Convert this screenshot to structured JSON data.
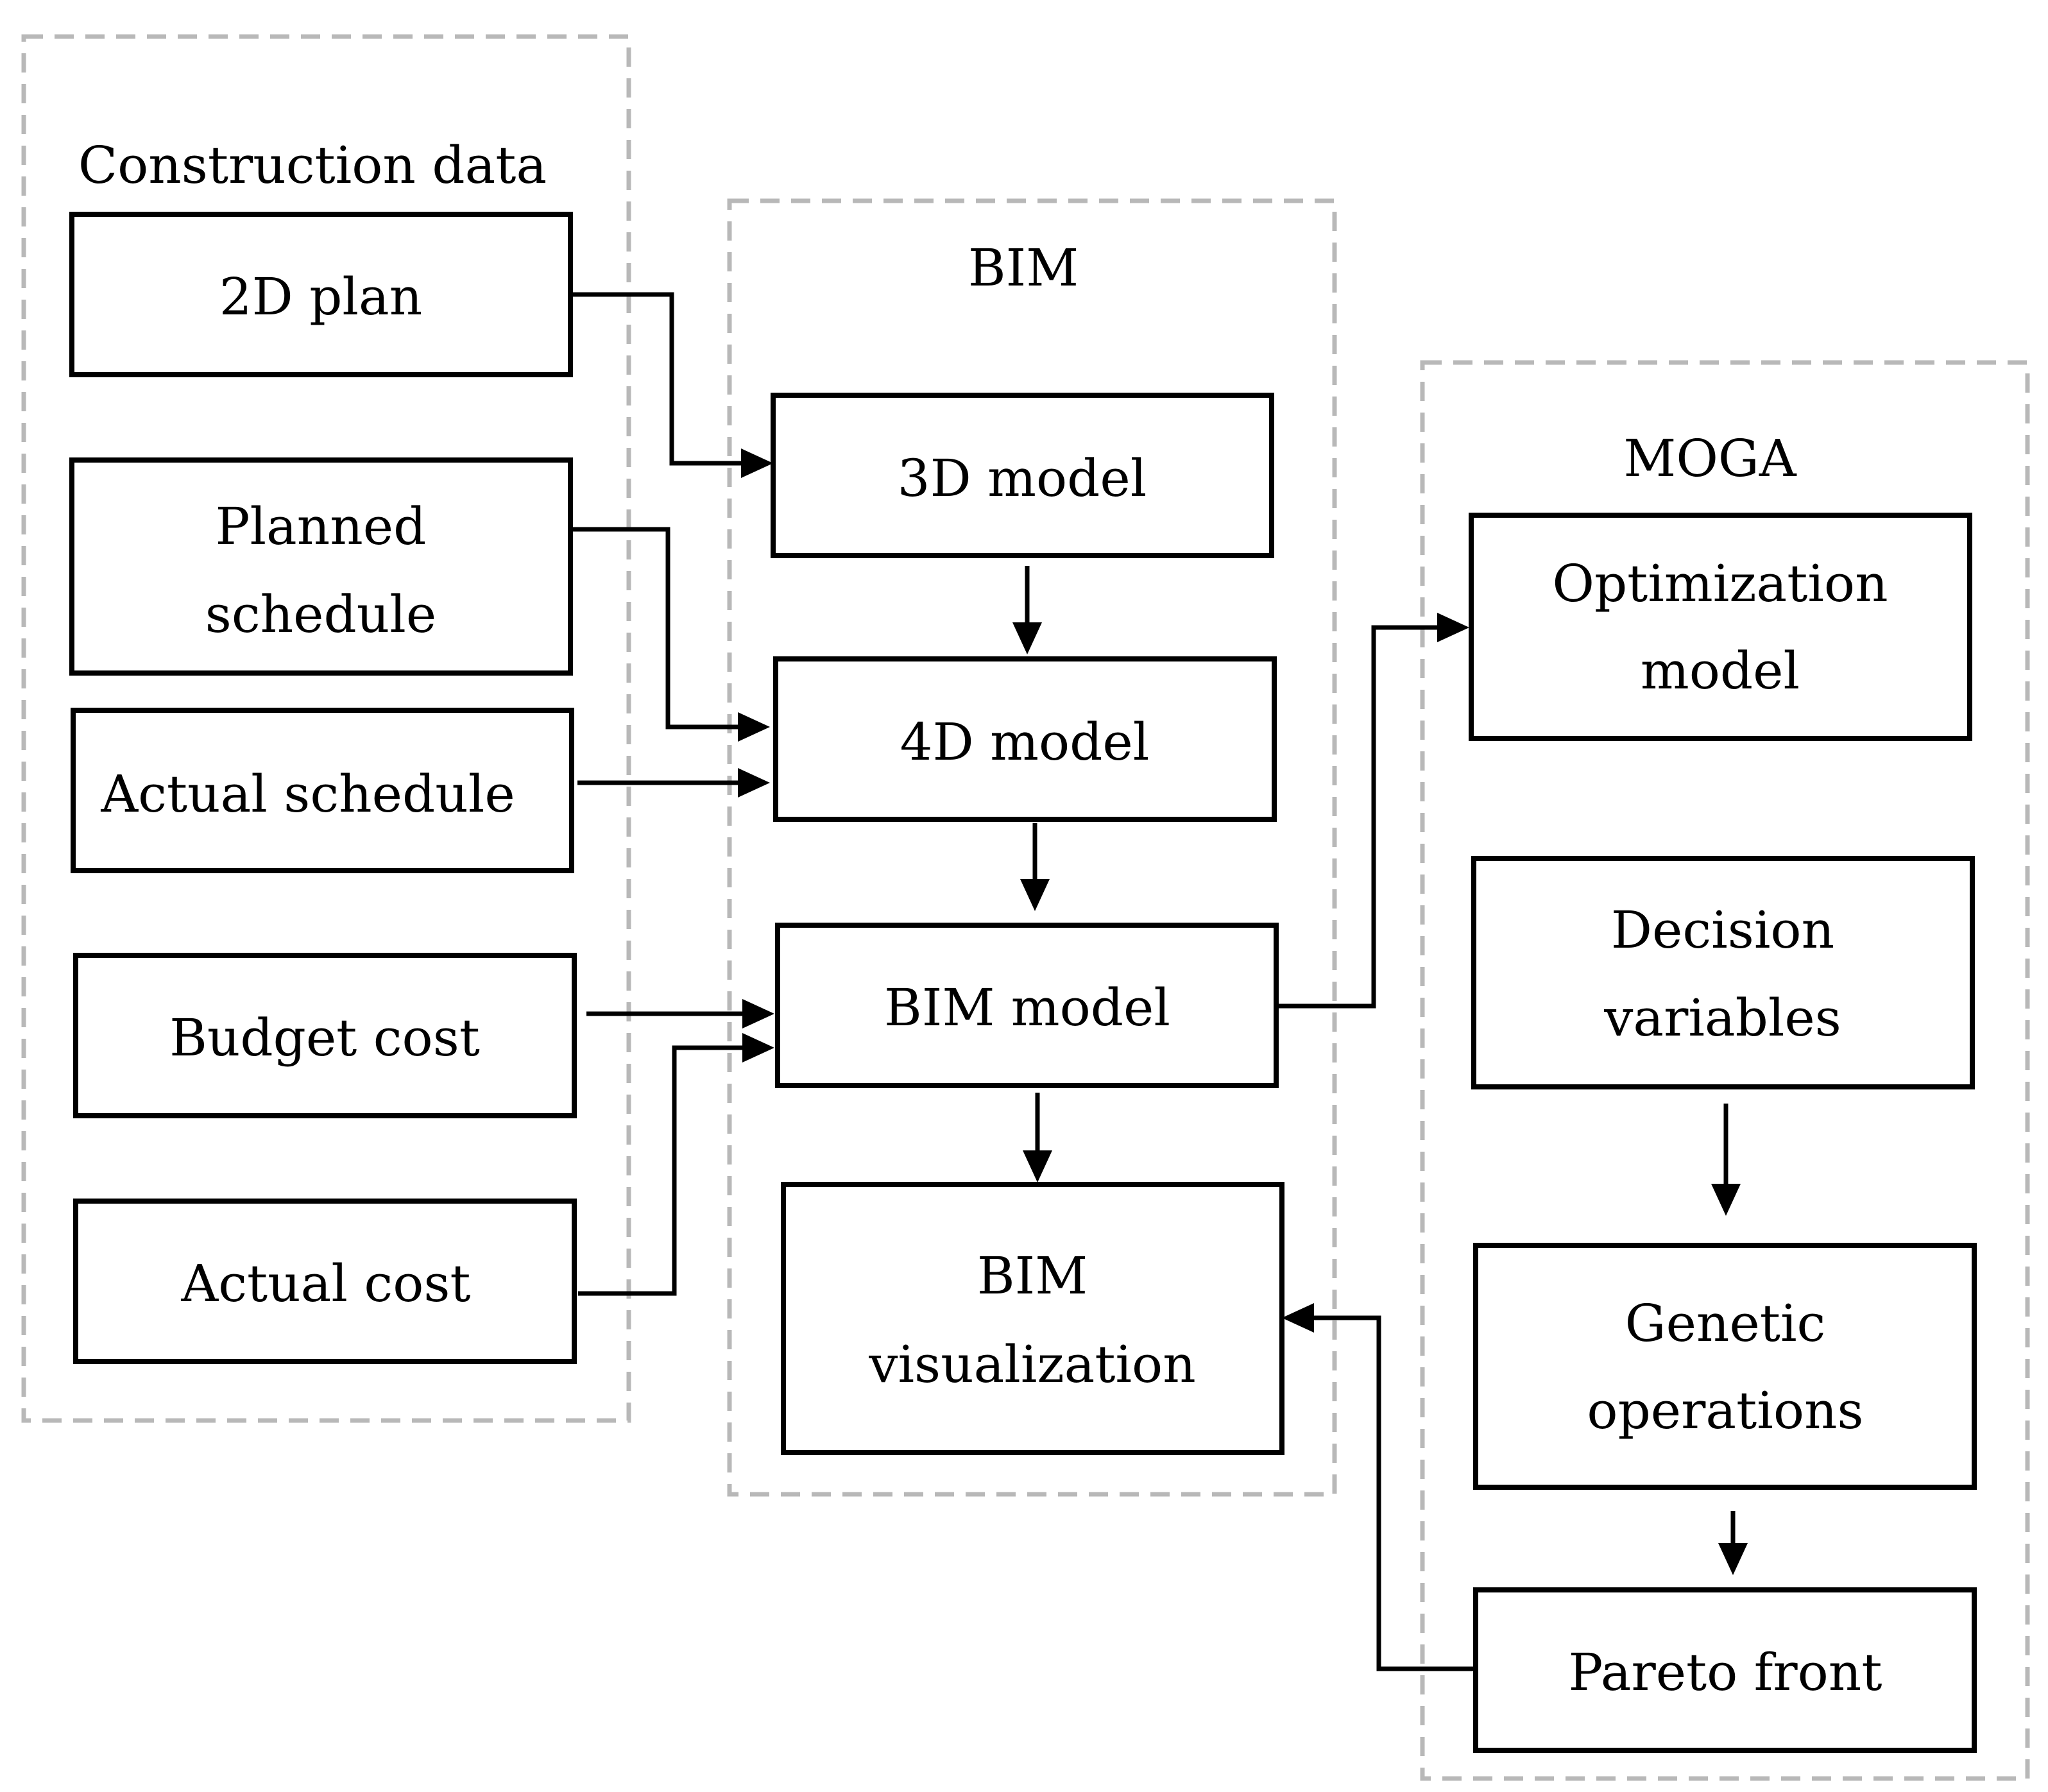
{
  "groups": {
    "construction": {
      "title": "Construction data"
    },
    "bim": {
      "title": "BIM"
    },
    "moga": {
      "title": "MOGA"
    }
  },
  "nodes": {
    "plan2d": {
      "lines": [
        "2D plan"
      ]
    },
    "planned_schedule": {
      "lines": [
        "Planned",
        "schedule"
      ]
    },
    "actual_schedule": {
      "lines": [
        "Actual schedule"
      ]
    },
    "budget_cost": {
      "lines": [
        "Budget cost"
      ]
    },
    "actual_cost": {
      "lines": [
        "Actual cost"
      ]
    },
    "model3d": {
      "lines": [
        "3D model"
      ]
    },
    "model4d": {
      "lines": [
        "4D model"
      ]
    },
    "bim_model": {
      "lines": [
        "BIM model"
      ]
    },
    "bim_visualization": {
      "lines": [
        "BIM",
        "visualization"
      ]
    },
    "optimization_model": {
      "lines": [
        "Optimization",
        "model"
      ]
    },
    "decision_variables": {
      "lines": [
        "Decision",
        "variables"
      ]
    },
    "genetic_operations": {
      "lines": [
        "Genetic",
        "operations"
      ]
    },
    "pareto_front": {
      "lines": [
        "Pareto front"
      ]
    }
  },
  "colors": {
    "stroke": "#000000",
    "dashed_frame": "#b8b8b8",
    "background": "#ffffff"
  }
}
